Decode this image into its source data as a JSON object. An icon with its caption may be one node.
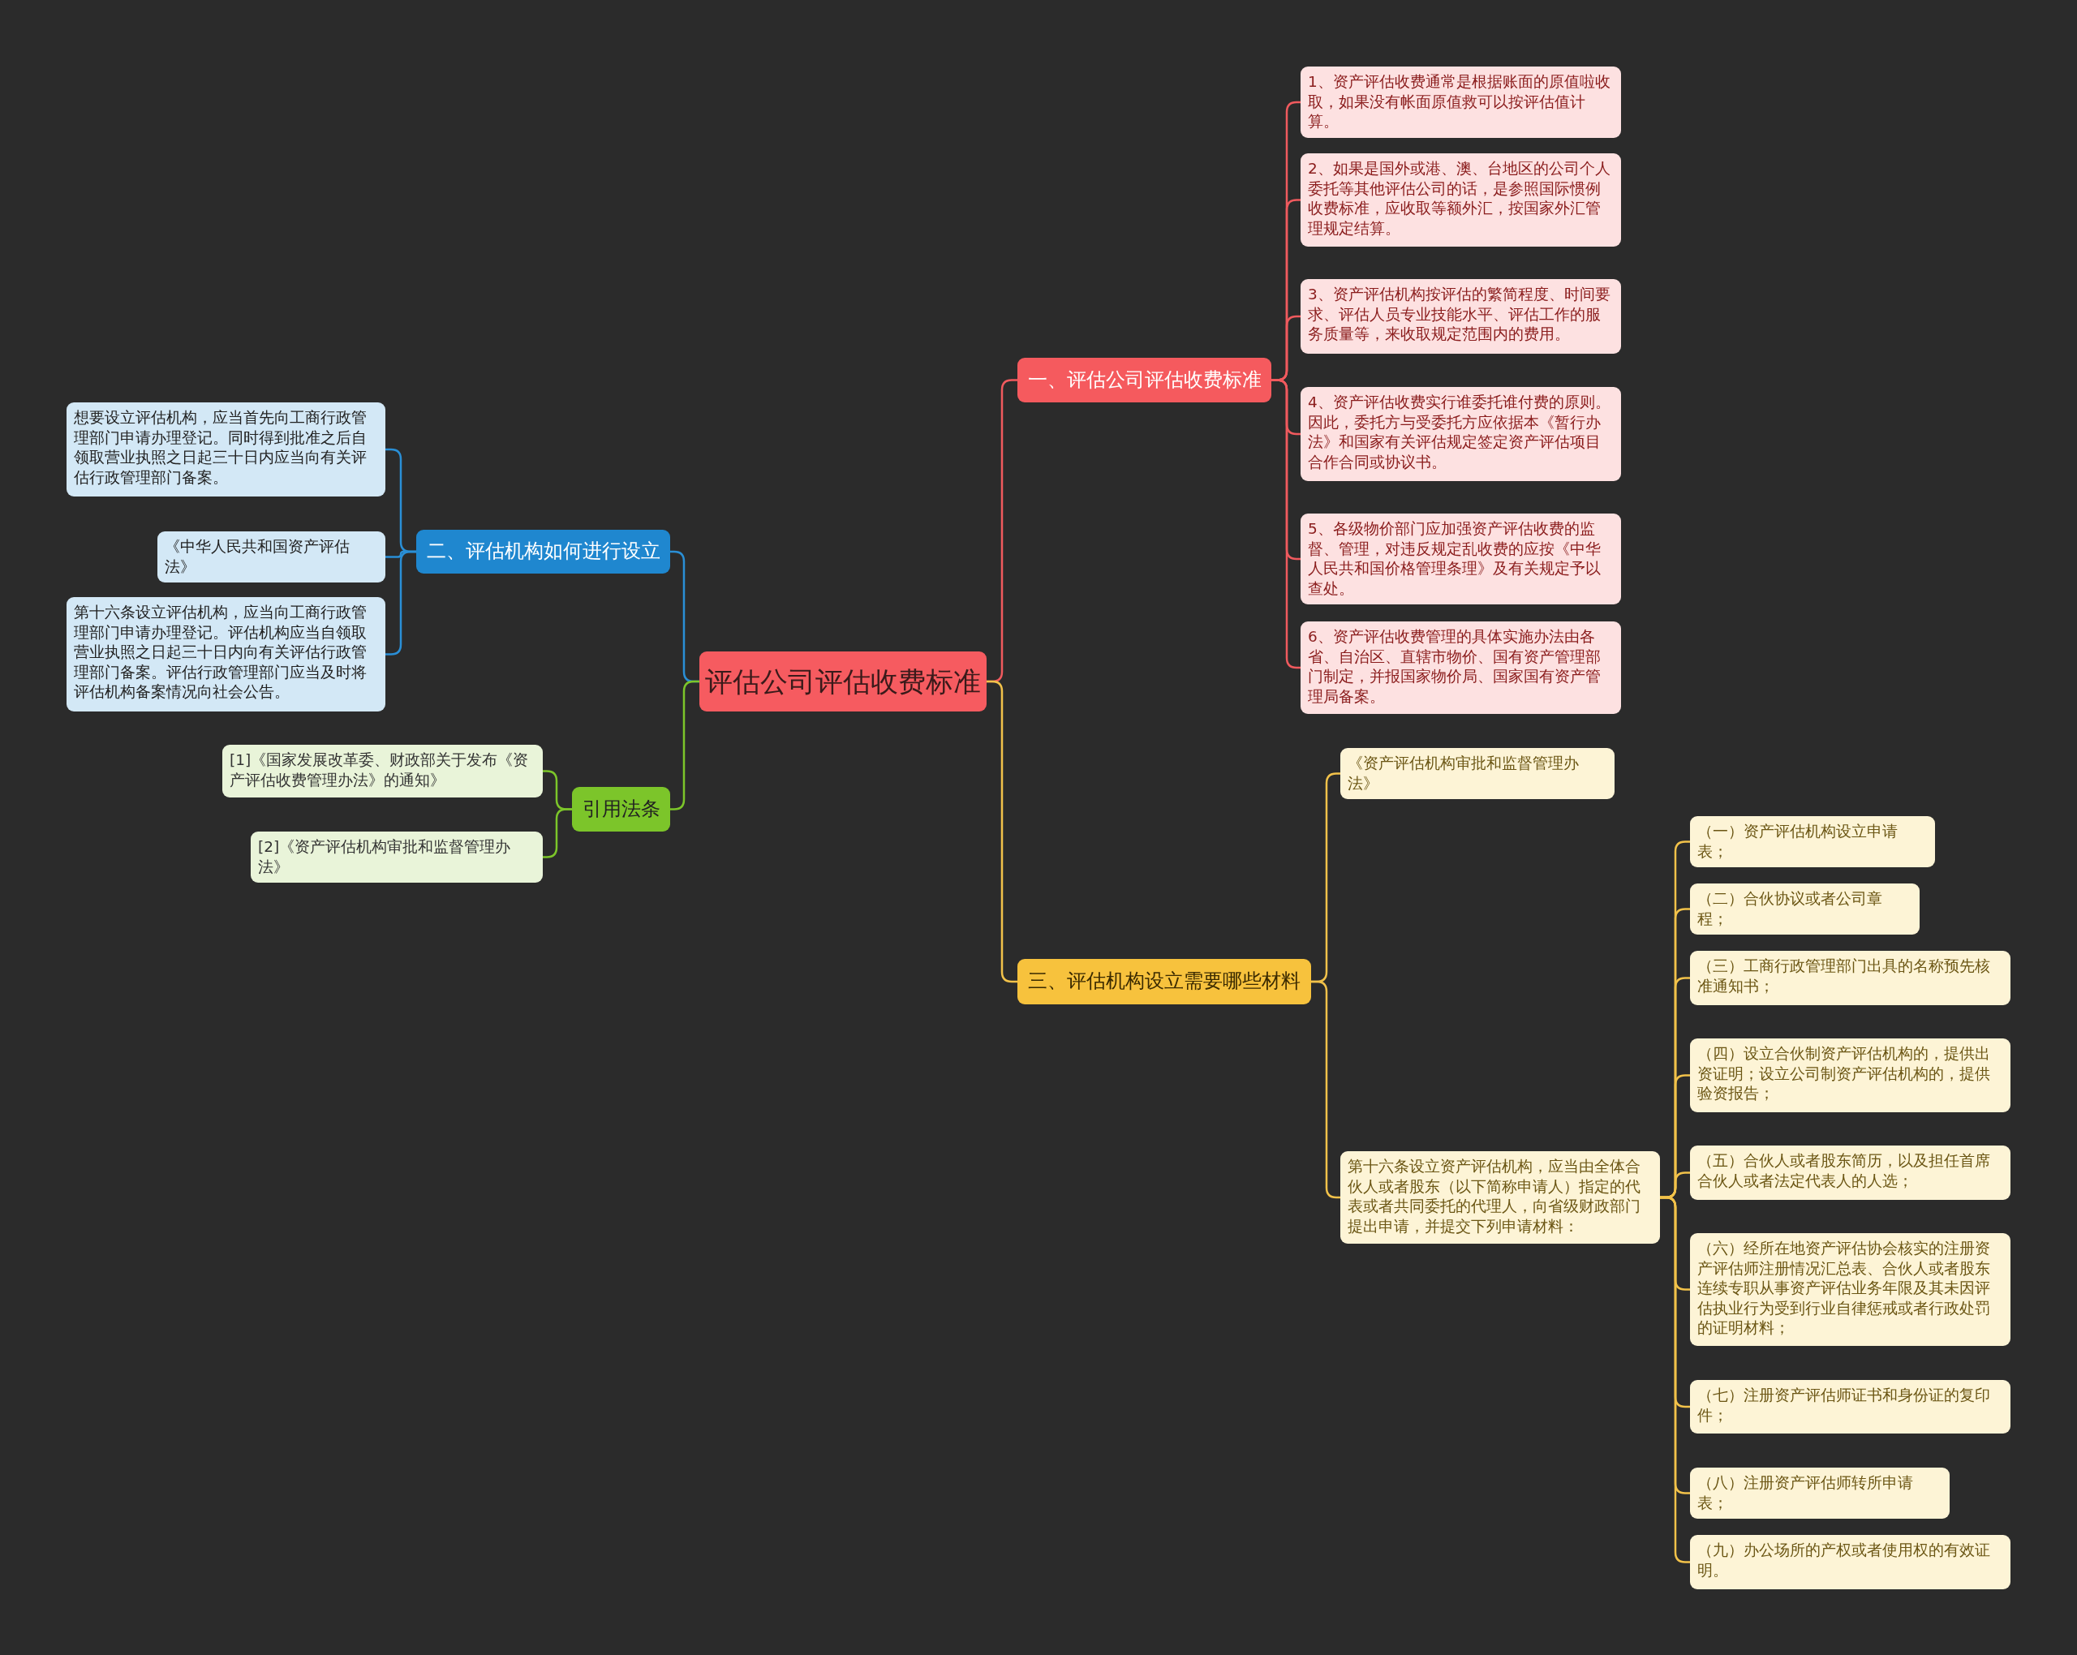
{
  "diagram": {
    "nodes": [
      {
        "text": [
          "评估公司评估收费标准"
        ]
      },
      {
        "text": [
          "一、评估公司评估收费标准"
        ]
      },
      {
        "text": [
          "1、资产评估收费通常是根据账面的原值啦收取，如果没有帐面原值救可以按评估值计算。"
        ]
      },
      {
        "text": [
          "2、如果是国外或港、澳、台地区的公司个人委托等其他评估公司的话，是参照国际惯例收费标准，应收取等额外汇，按国家外汇管理规定结算。"
        ]
      },
      {
        "text": [
          "3、资产评估机构按评估的繁简程度、时间要求、评估人员专业技能水平、评估工作的服务质量等，来收取规定范围内的费用。"
        ]
      },
      {
        "text": [
          "4、资产评估收费实行谁委托谁付费的原则。因此，委托方与受委托方应依据本《暂行办法》和国家有关评估规定签定资产评估项目合作合同或协议书。"
        ]
      },
      {
        "text": [
          "5、各级物价部门应加强资产评估收费的监督、管理，对违反规定乱收费的应按《中华人民共和国价格管理条理》及有关规定予以查处。"
        ]
      },
      {
        "text": [
          "6、资产评估收费管理的具体实施办法由各省、自治区、直辖市物价、国有资产管理部门制定，并报国家物价局、国家国有资产管理局备案。"
        ]
      },
      {
        "text": [
          "三、评估机构设立需要哪些材料"
        ]
      },
      {
        "text": [
          "《资产评估机构审批和监督管理办法》"
        ]
      },
      {
        "text": [
          "第十六条设立资产评估机构，应当由全体合伙人或者股东（以下简称申请人）指定的代表或者共同委托的代理人，向省级财政部门提出申请，并提交下列申请材料："
        ]
      },
      {
        "text": [
          "（一）资产评估机构设立申请表；"
        ]
      },
      {
        "text": [
          "（二）合伙协议或者公司章程；"
        ]
      },
      {
        "text": [
          "（三）工商行政管理部门出具的名称预先核准通知书；"
        ]
      },
      {
        "text": [
          "（四）设立合伙制资产评估机构的，提供出资证明；设立公司制资产评估机构的，提供验资报告；"
        ]
      },
      {
        "text": [
          "（五）合伙人或者股东简历，以及担任首席合伙人或者法定代表人的人选；"
        ]
      },
      {
        "text": [
          "（六）经所在地资产评估协会核实的注册资产评估师注册情况汇总表、合伙人或者股东连续专职从事资产评估业务年限及其未因评估执业行为受到行业自律惩戒或者行政处罚的证明材料；"
        ]
      },
      {
        "text": [
          "（七）注册资产评估师证书和身份证的复印件；"
        ]
      },
      {
        "text": [
          "（八）注册资产评估师转所申请表；"
        ]
      },
      {
        "text": [
          "（九）办公场所的产权或者使用权的有效证明。"
        ]
      },
      {
        "text": [
          "二、评估机构如何进行设立"
        ]
      },
      {
        "text": [
          "想要设立评估机构，应当首先向工商行政管理部门申请办理登记。同时得到批准之后自领取营业执照之日起三十日内应当向有关评估行政管理部门备案。"
        ]
      },
      {
        "text": [
          "《中华人民共和国资产评估法》"
        ]
      },
      {
        "text": [
          "第十六条设立评估机构，应当向工商行政管理部门申请办理登记。评估机构应当自领取营业执照之日起三十日内向有关评估行政管理部门备案。评估行政管理部门应当及时将评估机构备案情况向社会公告。"
        ]
      },
      {
        "text": [
          "引用法条"
        ]
      },
      {
        "text": [
          "[1]《国家发展改革委、财政部关于发布《资产评估收费管理办法》的通知》"
        ]
      },
      {
        "text": [
          "[2]《资产评估机构审批和监督管理办法》"
        ]
      }
    ],
    "edges": [
      {
        "from": 0,
        "to": 1,
        "arrow": "none",
        "color": "#f05a5e"
      },
      {
        "from": 1,
        "to": 2,
        "arrow": "none",
        "color": "#f05a5e"
      },
      {
        "from": 1,
        "to": 3,
        "arrow": "none",
        "color": "#f05a5e"
      },
      {
        "from": 1,
        "to": 4,
        "arrow": "none",
        "color": "#f05a5e"
      },
      {
        "from": 1,
        "to": 5,
        "arrow": "none",
        "color": "#f05a5e"
      },
      {
        "from": 1,
        "to": 6,
        "arrow": "none",
        "color": "#f05a5e"
      },
      {
        "from": 1,
        "to": 7,
        "arrow": "none",
        "color": "#f05a5e"
      },
      {
        "from": 0,
        "to": 8,
        "arrow": "none"
      },
      {
        "from": 8,
        "to": 9,
        "arrow": "none"
      },
      {
        "from": 8,
        "to": 10,
        "arrow": "none"
      },
      {
        "from": 10,
        "to": 11,
        "arrow": "none"
      },
      {
        "from": 10,
        "to": 12,
        "arrow": "none"
      },
      {
        "from": 10,
        "to": 13,
        "arrow": "none"
      },
      {
        "from": 10,
        "to": 14,
        "arrow": "none"
      },
      {
        "from": 10,
        "to": 15,
        "arrow": "none"
      },
      {
        "from": 10,
        "to": 16,
        "arrow": "none"
      },
      {
        "from": 10,
        "to": 17,
        "arrow": "none"
      },
      {
        "from": 10,
        "to": 18,
        "arrow": "none"
      },
      {
        "from": 10,
        "to": 19,
        "arrow": "none"
      },
      {
        "from": 0,
        "to": 20,
        "arrow": "none",
        "color": "#2a8fd6"
      },
      {
        "from": 20,
        "to": 21,
        "arrow": "none",
        "color": "#2a8fd6"
      },
      {
        "from": 20,
        "to": 22,
        "arrow": "none",
        "color": "#2a8fd6"
      },
      {
        "from": 20,
        "to": 23,
        "arrow": "none",
        "color": "#2a8fd6"
      },
      {
        "from": 0,
        "to": 24,
        "arrow": "none",
        "color": "#7cc52a"
      },
      {
        "from": 24,
        "to": 25,
        "arrow": "none",
        "color": "#7cc52a"
      },
      {
        "from": 24,
        "to": 26,
        "arrow": "none",
        "color": "#7cc52a"
      }
    ]
  }
}
